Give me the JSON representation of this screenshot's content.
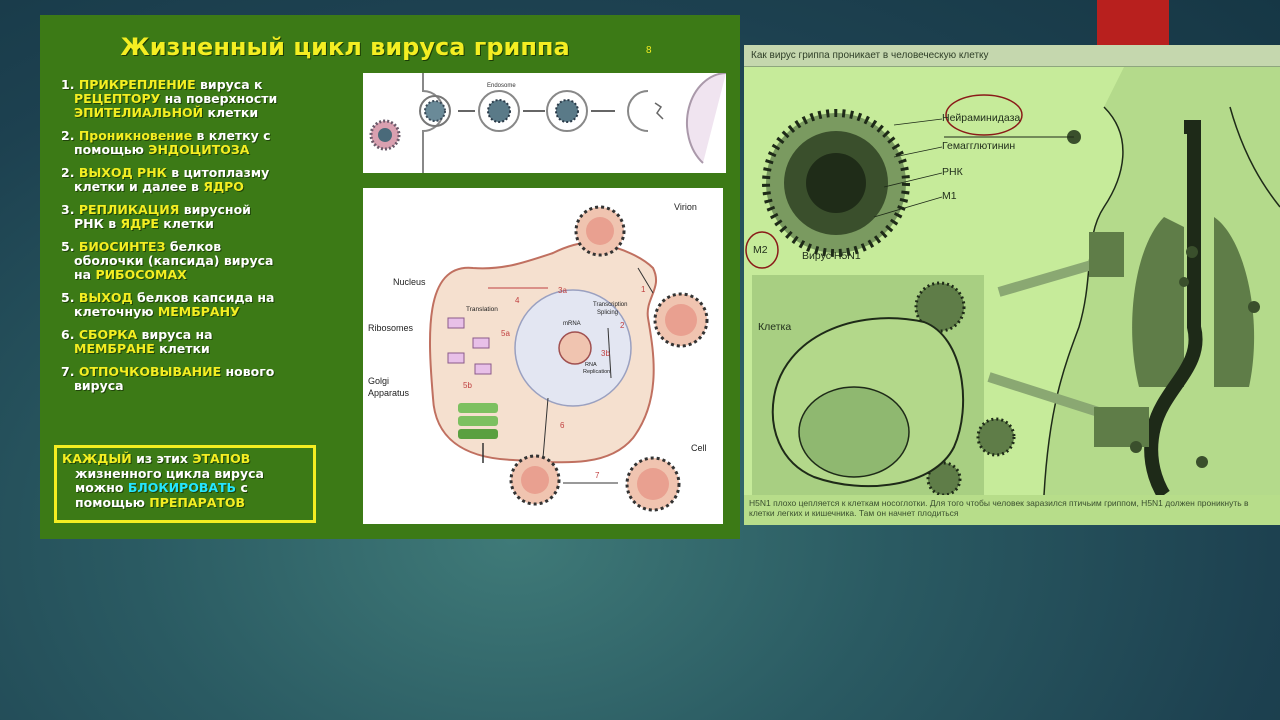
{
  "left": {
    "title": "Жизненный цикл вируса гриппа",
    "slide_number": "8",
    "steps": [
      {
        "num": "1.",
        "parts": [
          {
            "t": "ПРИКРЕПЛЕНИЕ",
            "k": true
          },
          {
            "t": " вируса к",
            "k": false
          },
          {
            "br": true
          },
          {
            "t": "РЕЦЕПТОРУ",
            "k": true
          },
          {
            "t": " на поверхности",
            "k": false
          },
          {
            "br": true
          },
          {
            "t": "ЭПИТЕЛИАЛЬНОЙ",
            "k": true
          },
          {
            "t": " клетки",
            "k": false
          }
        ]
      },
      {
        "num": "2.",
        "parts": [
          {
            "t": "Проникновение",
            "k": true
          },
          {
            "t": " в клетку с",
            "k": false
          },
          {
            "br": true
          },
          {
            "t": "помощью ",
            "k": false
          },
          {
            "t": "ЭНДОЦИТОЗА",
            "k": true
          }
        ]
      },
      {
        "num": "2.",
        "parts": [
          {
            "t": "ВЫХОД  РНК",
            "k": true
          },
          {
            "t": " в цитоплазму",
            "k": false
          },
          {
            "br": true
          },
          {
            "t": "клетки и далее в ",
            "k": false
          },
          {
            "t": "ЯДРО",
            "k": true
          }
        ]
      },
      {
        "num": "3.",
        "parts": [
          {
            "t": "РЕПЛИКАЦИЯ",
            "k": true
          },
          {
            "t": " вирусной",
            "k": false
          },
          {
            "br": true
          },
          {
            "t": "РНК в ",
            "k": false
          },
          {
            "t": "ЯДРЕ",
            "k": true
          },
          {
            "t": " клетки",
            "k": false
          }
        ]
      },
      {
        "num": "5.",
        "parts": [
          {
            "t": "БИОСИНТЕЗ",
            "k": true
          },
          {
            "t": " белков",
            "k": false
          },
          {
            "br": true
          },
          {
            "t": "оболочки (капсида) вируса",
            "k": false
          },
          {
            "br": true
          },
          {
            "t": "на ",
            "k": false
          },
          {
            "t": "РИБОСОМАХ",
            "k": true
          }
        ]
      },
      {
        "num": "5.",
        "parts": [
          {
            "t": "ВЫХОД",
            "k": true
          },
          {
            "t": " белков капсида на",
            "k": false
          },
          {
            "br": true
          },
          {
            "t": "клеточную ",
            "k": false
          },
          {
            "t": "МЕМБРАНУ",
            "k": true
          }
        ]
      },
      {
        "num": "6.",
        "parts": [
          {
            "t": "СБОРКА",
            "k": true
          },
          {
            "t": " вируса на",
            "k": false
          },
          {
            "br": true
          },
          {
            "t": "МЕМБРАНЕ",
            "k": true
          },
          {
            "t": " клетки",
            "k": false
          }
        ]
      },
      {
        "num": "7.",
        "parts": [
          {
            "t": "ОТПОЧКОВЫВАНИЕ",
            "k": true
          },
          {
            "t": " нового",
            "k": false
          },
          {
            "br": true
          },
          {
            "t": "вируса",
            "k": false
          }
        ]
      }
    ],
    "note": {
      "line1_a": "КАЖДЫЙ",
      "line1_b": " из этих ",
      "line1_c": "ЭТАПОВ",
      "line2": "жизненного цикла вируса",
      "line3_a": "можно ",
      "line3_b": "БЛОКИРОВАТЬ",
      "line3_c": " с",
      "line4_a": "помощью ",
      "line4_b": "ПРЕПАРАТОВ"
    },
    "diagram": {
      "top_label": "Endosome",
      "virion": "Virion",
      "nucleus": "Nucleus",
      "ribosomes": "Ribosomes",
      "golgi_1": "Golgi",
      "golgi_2": "Apparatus",
      "cell": "Cell",
      "translation": "Translation",
      "transcription_1": "Transcription",
      "transcription_2": "Splicing",
      "mrna": "mRNA",
      "rna_rep_1": "RNA",
      "rna_rep_2": "Replication",
      "n1": "1",
      "n2": "2",
      "n3a": "3a",
      "n3b": "3b",
      "n4": "4",
      "n5a": "5a",
      "n5b": "5b",
      "n6": "6",
      "n7": "7"
    }
  },
  "right": {
    "header": "Как вирус гриппа проникает в человеческую клетку",
    "labels": {
      "neuraminidase": "Нейраминидаза",
      "hemagglutinin": "Гемагглютинин",
      "rna": "РНК",
      "m1": "М1",
      "m2": "М2",
      "virus": "Вирус H5N1",
      "cell": "Клетка"
    },
    "footer": "H5N1 плохо цепляется к клеткам носоглотки. Для того чтобы человек заразился птичьим гриппом, H5N1 должен проникнуть в клетки легких и кишечника. Там он начнет плодиться"
  },
  "colors": {
    "accent": "#b8201e",
    "title_yellow": "#f4ee22",
    "cyan": "#24e6ff",
    "panel_green": "#3c7a16"
  }
}
